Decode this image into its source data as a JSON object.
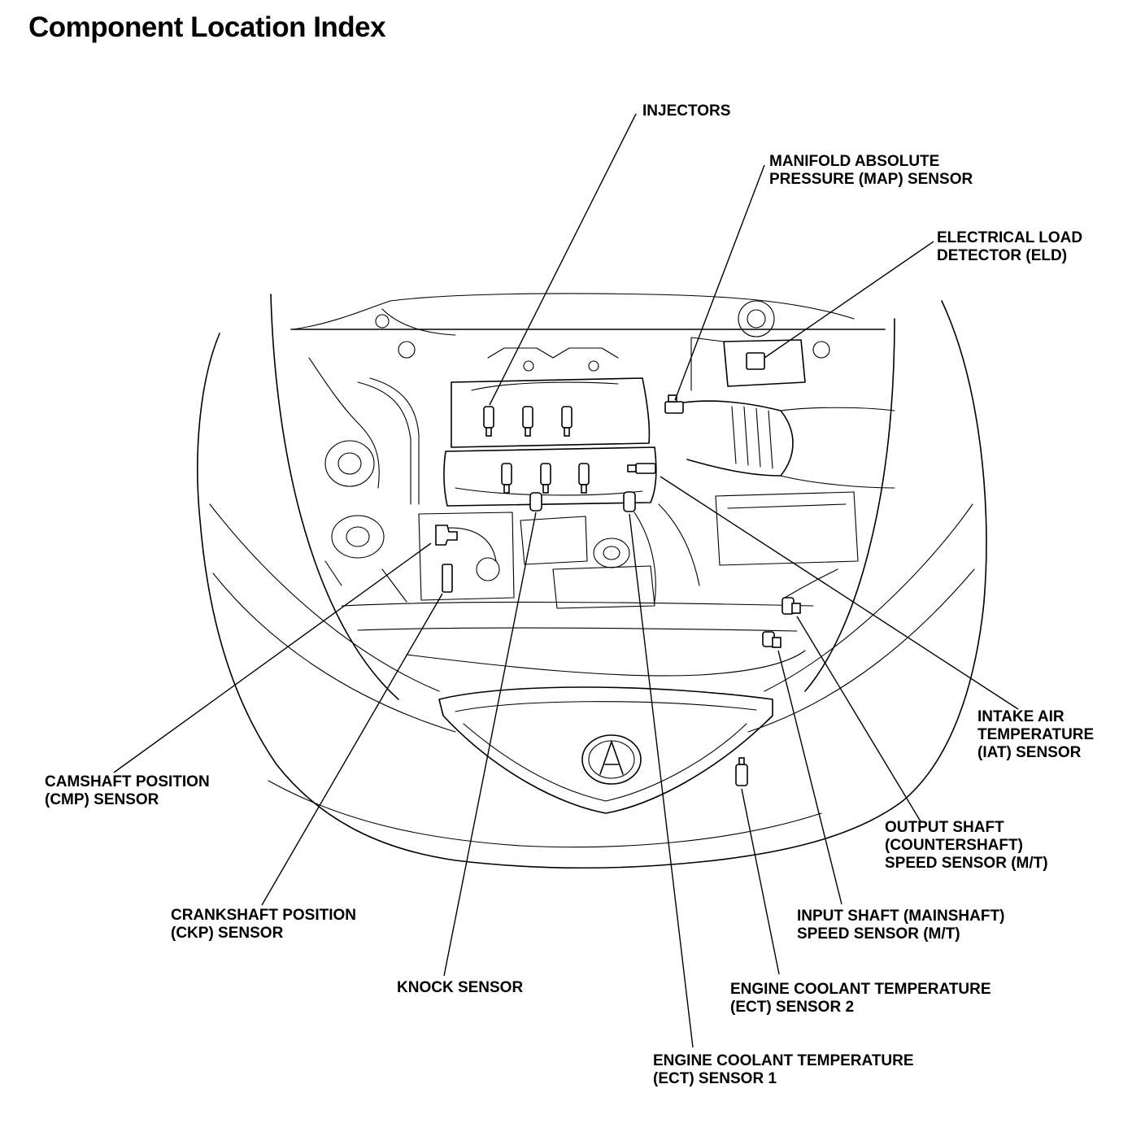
{
  "title": "Component Location Index",
  "labels": {
    "injectors": "INJECTORS",
    "map_sensor": "MANIFOLD ABSOLUTE\nPRESSURE (MAP) SENSOR",
    "eld": "ELECTRICAL LOAD\nDETECTOR (ELD)",
    "iat_sensor": "INTAKE AIR\nTEMPERATURE\n(IAT) SENSOR",
    "cmp_sensor": "CAMSHAFT POSITION\n(CMP) SENSOR",
    "output_shaft_sensor": "OUTPUT SHAFT\n(COUNTERSHAFT)\nSPEED SENSOR (M/T)",
    "ckp_sensor": "CRANKSHAFT POSITION\n(CKP) SENSOR",
    "input_shaft_sensor": "INPUT SHAFT (MAINSHAFT)\nSPEED SENSOR (M/T)",
    "knock_sensor": "KNOCK SENSOR",
    "ect_sensor_2": "ENGINE COOLANT TEMPERATURE\n(ECT) SENSOR 2",
    "ect_sensor_1": "ENGINE COOLANT TEMPERATURE\n(ECT) SENSOR 1"
  }
}
